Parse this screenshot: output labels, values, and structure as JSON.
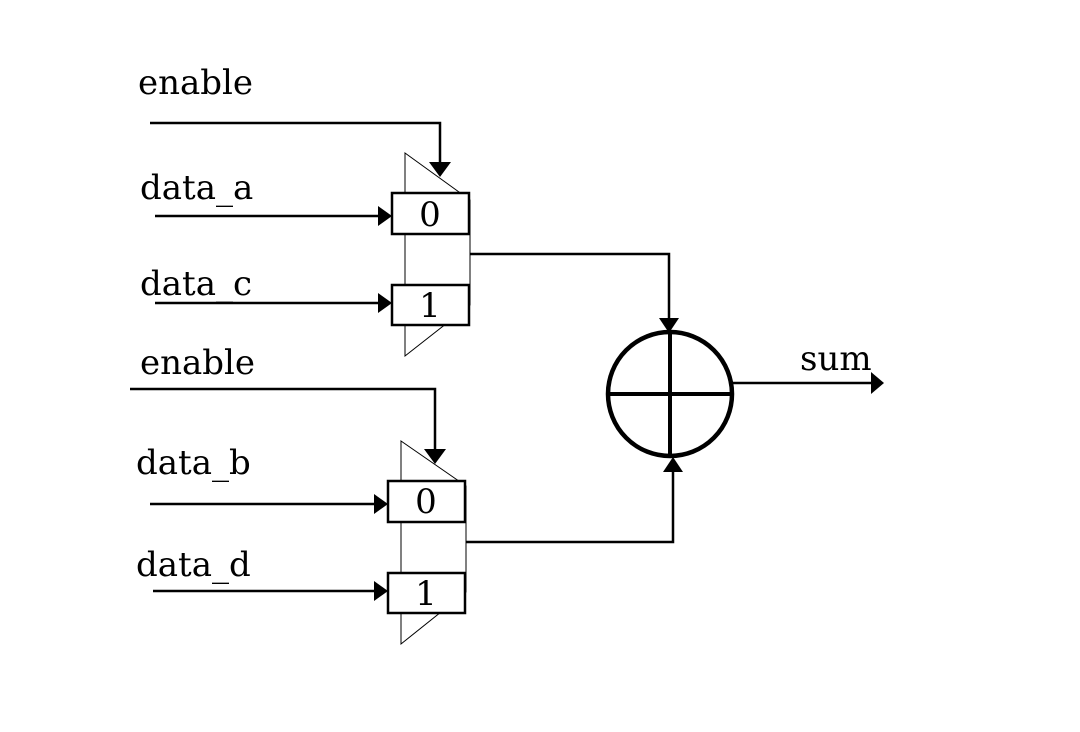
{
  "diagram": {
    "mux_top": {
      "select_label": "enable",
      "input_a_label": "data_a",
      "input_c_label": "data_c",
      "port_0": "0",
      "port_1": "1"
    },
    "mux_bottom": {
      "select_label": "enable",
      "input_b_label": "data_b",
      "input_d_label": "data_d",
      "port_0": "0",
      "port_1": "1"
    },
    "adder": {
      "symbol": "adder-circle-plus-icon"
    },
    "output_label": "sum"
  }
}
